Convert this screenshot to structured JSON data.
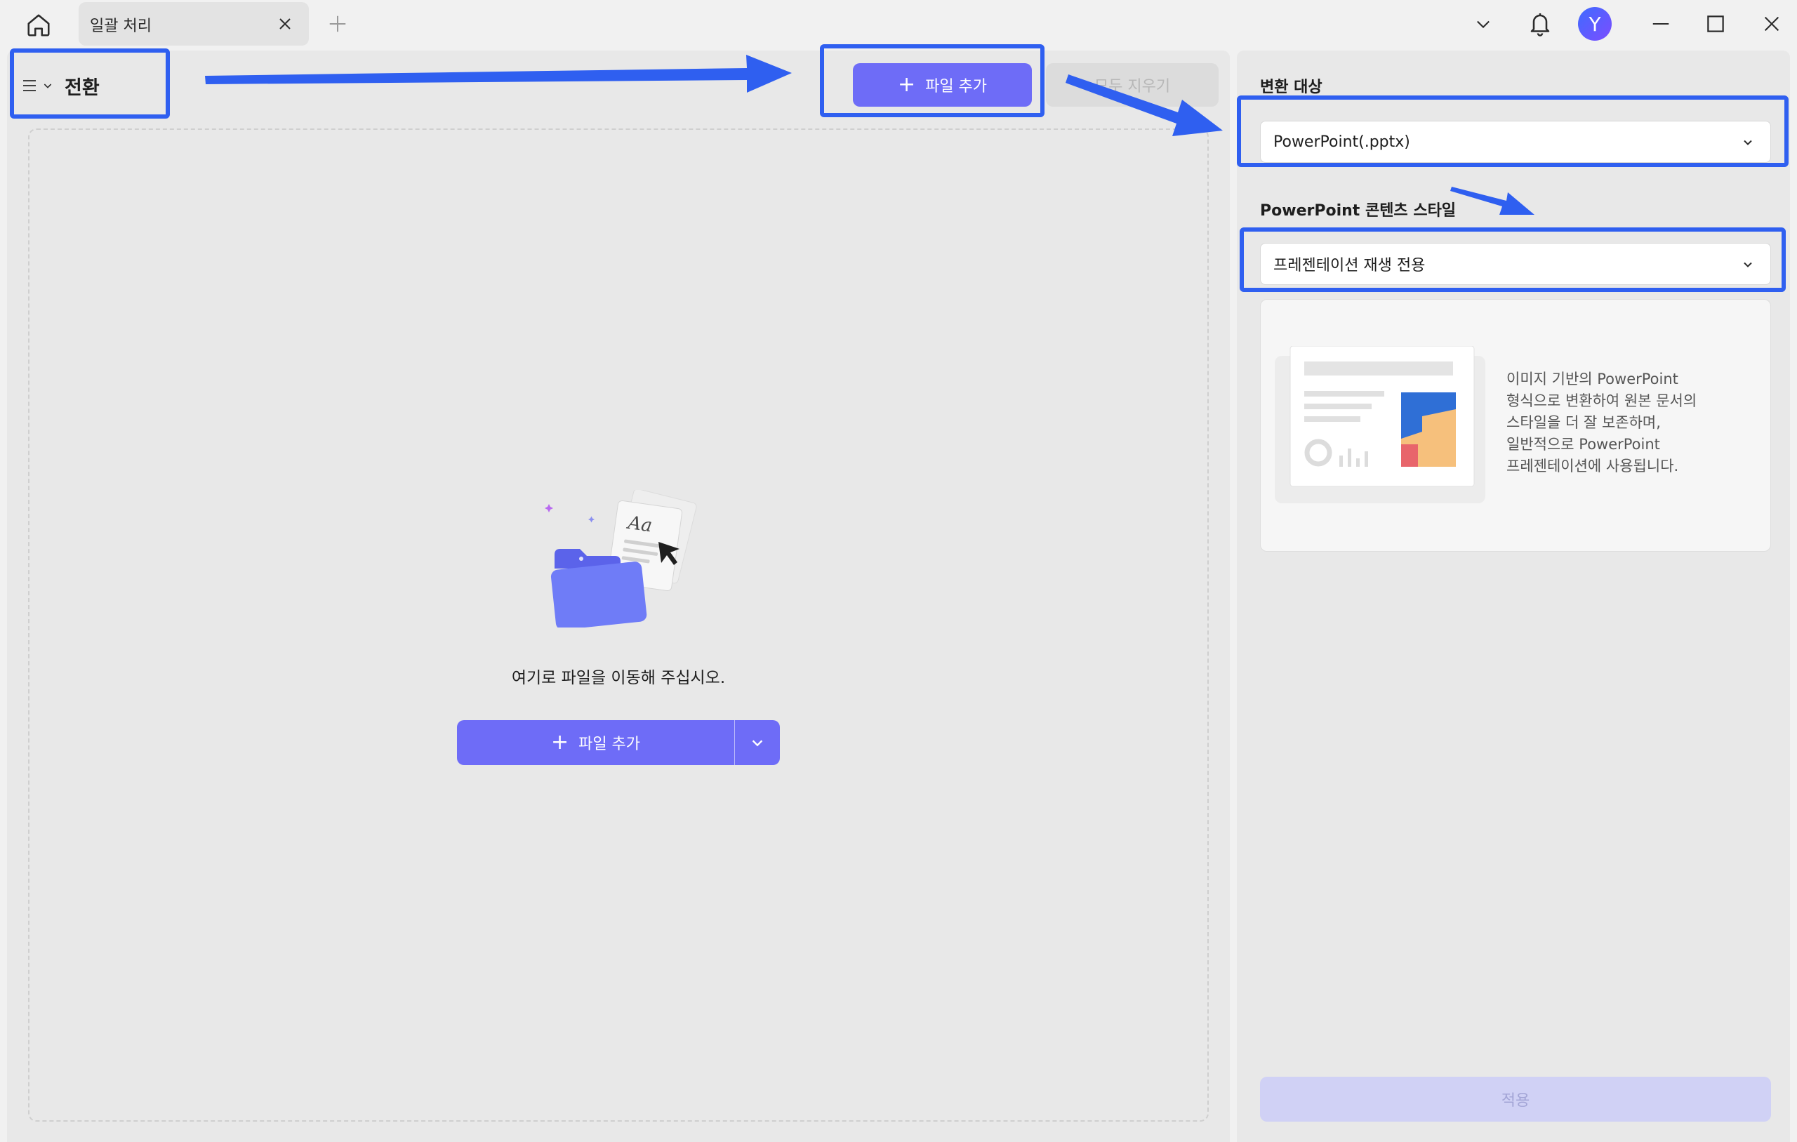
{
  "titlebar": {
    "tab_label": "일괄 처리",
    "avatar_initial": "Y"
  },
  "toolbar": {
    "mode_label": "전환",
    "add_file_label": "파일 추가",
    "clear_label": "모두 지우기"
  },
  "drop_zone": {
    "message": "여기로 파일을 이동해 주십시오.",
    "add_file_label": "파일 추가"
  },
  "settings": {
    "target_label": "변환 대상",
    "target_value": "PowerPoint(.pptx)",
    "style_label": "PowerPoint 콘텐츠 스타일",
    "style_value": "프레젠테이션 재생 전용",
    "style_description": "이미지 기반의 PowerPoint\n형식으로 변환하여 원본 문서의\n스타일을 더 잘 보존하며,\n일반적으로 PowerPoint\n프레젠테이션에 사용됩니다.",
    "apply_label": "적용"
  },
  "colors": {
    "accent": "#6e6cf7",
    "annotation": "#2f5ff0",
    "apply_disabled": "#d0d1f5"
  },
  "icons": [
    "home-icon",
    "close-icon",
    "plus-icon",
    "chevron-down-icon",
    "bell-icon",
    "minimize-icon",
    "maximize-icon",
    "hamburger-icon",
    "folder-files-illustration",
    "arrow-annotation"
  ]
}
